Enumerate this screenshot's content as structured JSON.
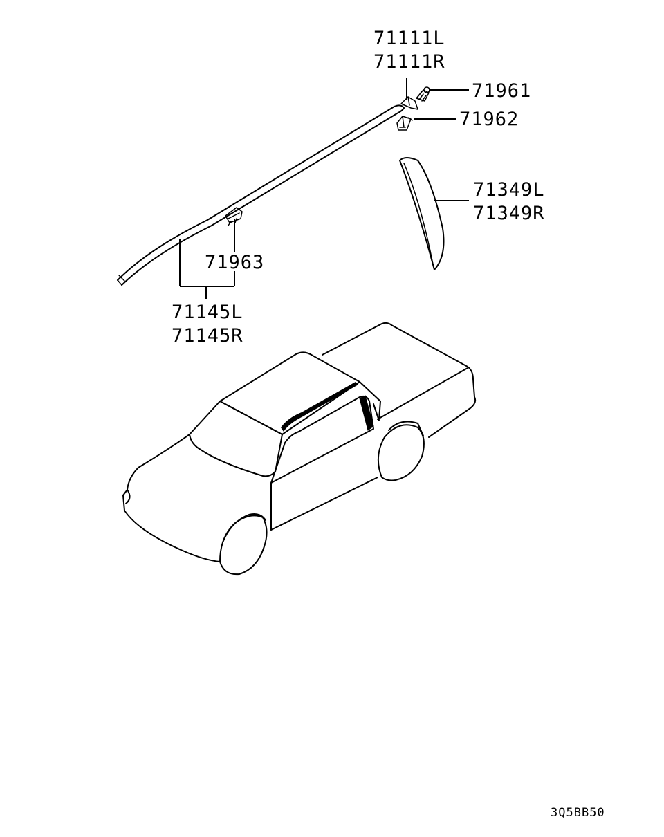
{
  "parts": {
    "p71111": {
      "left": "71111L",
      "right": "71111R"
    },
    "p71961": "71961",
    "p71962": "71962",
    "p71349": {
      "left": "71349L",
      "right": "71349R"
    },
    "p71963": "71963",
    "p71145": {
      "left": "71145L",
      "right": "71145R"
    }
  },
  "diagram_code": "3Q5BB50"
}
